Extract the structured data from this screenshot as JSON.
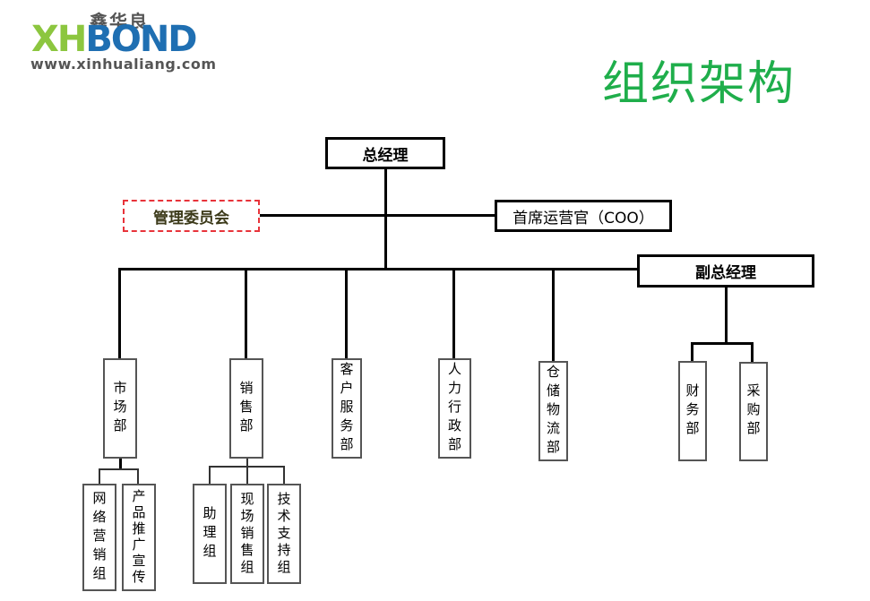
{
  "logo": {
    "chinese_name": "鑫华良",
    "brand_green": "XH",
    "brand_blue": "BOND",
    "website": "www.xinhualiang.com"
  },
  "title": "组织架构",
  "colors": {
    "title": "#1fae4b",
    "dashed_border": "#e8333a",
    "logo_green": "#8cc63f",
    "logo_blue": "#1f6fb2"
  },
  "org": {
    "gm": "总经理",
    "committee": "管理委员会",
    "coo": "首席运营官（COO）",
    "deputy_gm": "副总经理",
    "departments": [
      {
        "name": "市场部",
        "subunits": [
          "网络营销组",
          "产品推广宣传"
        ]
      },
      {
        "name": "销售部",
        "subunits": [
          "助理组",
          "现场销售组",
          "技术支持组"
        ]
      },
      {
        "name": "客户服务部"
      },
      {
        "name": "人力行政部"
      },
      {
        "name": "仓储物流部"
      }
    ],
    "deputy_departments": [
      "财务部",
      "采购部"
    ]
  }
}
